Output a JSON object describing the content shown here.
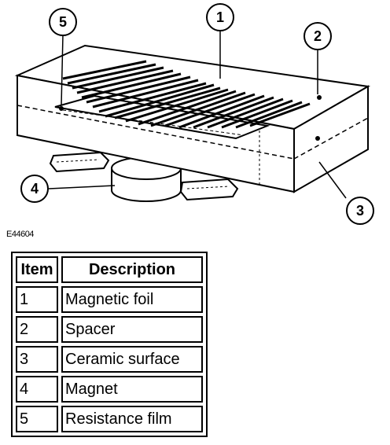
{
  "figure": {
    "code": "E44604",
    "callouts": [
      {
        "number": "1"
      },
      {
        "number": "2"
      },
      {
        "number": "3"
      },
      {
        "number": "4"
      },
      {
        "number": "5"
      }
    ]
  },
  "table": {
    "headers": {
      "item": "Item",
      "description": "Description"
    },
    "rows": [
      {
        "item": "1",
        "description": "Magnetic foil"
      },
      {
        "item": "2",
        "description": "Spacer"
      },
      {
        "item": "3",
        "description": "Ceramic surface"
      },
      {
        "item": "4",
        "description": "Magnet"
      },
      {
        "item": "5",
        "description": "Resistance film"
      }
    ]
  }
}
